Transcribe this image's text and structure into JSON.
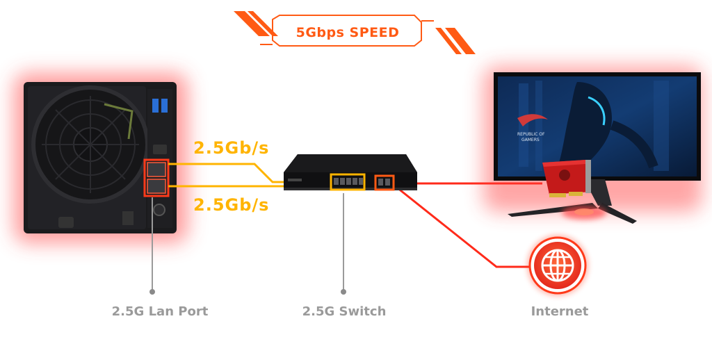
{
  "header": {
    "speed_label": "5Gbps SPEED"
  },
  "links": [
    {
      "rate_label": "2.5Gb/s"
    },
    {
      "rate_label": "2.5Gb/s"
    }
  ],
  "captions": {
    "lan_port": "2.5G Lan Port",
    "switch": "2.5G Switch",
    "internet": "Internet"
  },
  "monitor_screen": {
    "brand_line1": "REPUBLIC OF",
    "brand_line2": "GAMERS"
  },
  "colors": {
    "accent_orange": "#ff5a14",
    "link_yellow": "#ffb400",
    "link_red": "#ff2a1a",
    "caption_gray": "#9a9a9a",
    "glow_red": "#ff3a3a"
  },
  "icons": [
    "nas-device",
    "network-switch",
    "gaming-monitor",
    "internet-globe-icon",
    "network-card"
  ]
}
